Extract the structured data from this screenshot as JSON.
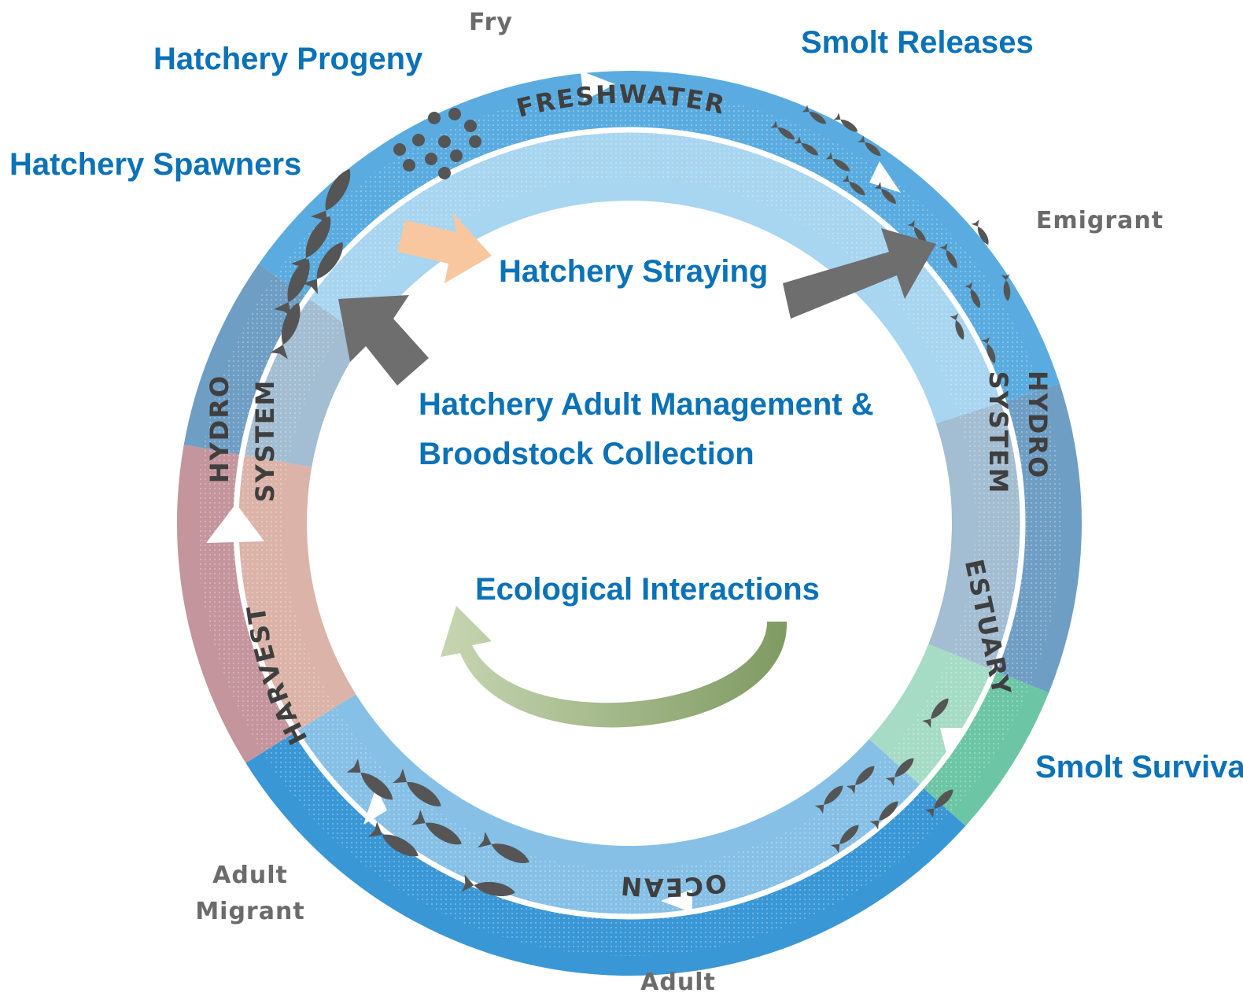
{
  "stages": {
    "fry": "Fry",
    "emigrant": "Emigrant",
    "adult": "Adult",
    "adult_migrant_line1": "Adult",
    "adult_migrant_line2": "Migrant"
  },
  "hatchery_factors": {
    "progeny": "Hatchery Progeny",
    "smolt_releases": "Smolt Releases",
    "spawners": "Hatchery Spawners",
    "straying": "Hatchery Straying",
    "adult_management_line1": "Hatchery Adult Management &",
    "adult_management_line2": "Broodstock Collection",
    "ecological": "Ecological Interactions",
    "smolt_survival": "Smolt Survival"
  },
  "ring_segments": {
    "freshwater": "FRESHWATER",
    "hydro_left_outer": "HYDRO",
    "hydro_left_inner": "SYSTEM",
    "hydro_right_outer": "HYDRO",
    "hydro_right_inner": "SYSTEM",
    "estuary": "ESTUARY",
    "ocean": "OCEAN",
    "harvest": "HARVEST"
  },
  "colors": {
    "freshwater": "#5aace0",
    "hydro": "#6f9ec4",
    "estuary": "#6cc6a6",
    "ocean": "#3a97d6",
    "harvest": "#c4959c",
    "label_blue": "#0b72b8",
    "label_gray": "#6b6b6b",
    "arrow_dark": "#6e6e6e",
    "arrow_peach": "#f8c7a0",
    "arrow_green": "#a9bd8c",
    "fish": "#555555"
  }
}
